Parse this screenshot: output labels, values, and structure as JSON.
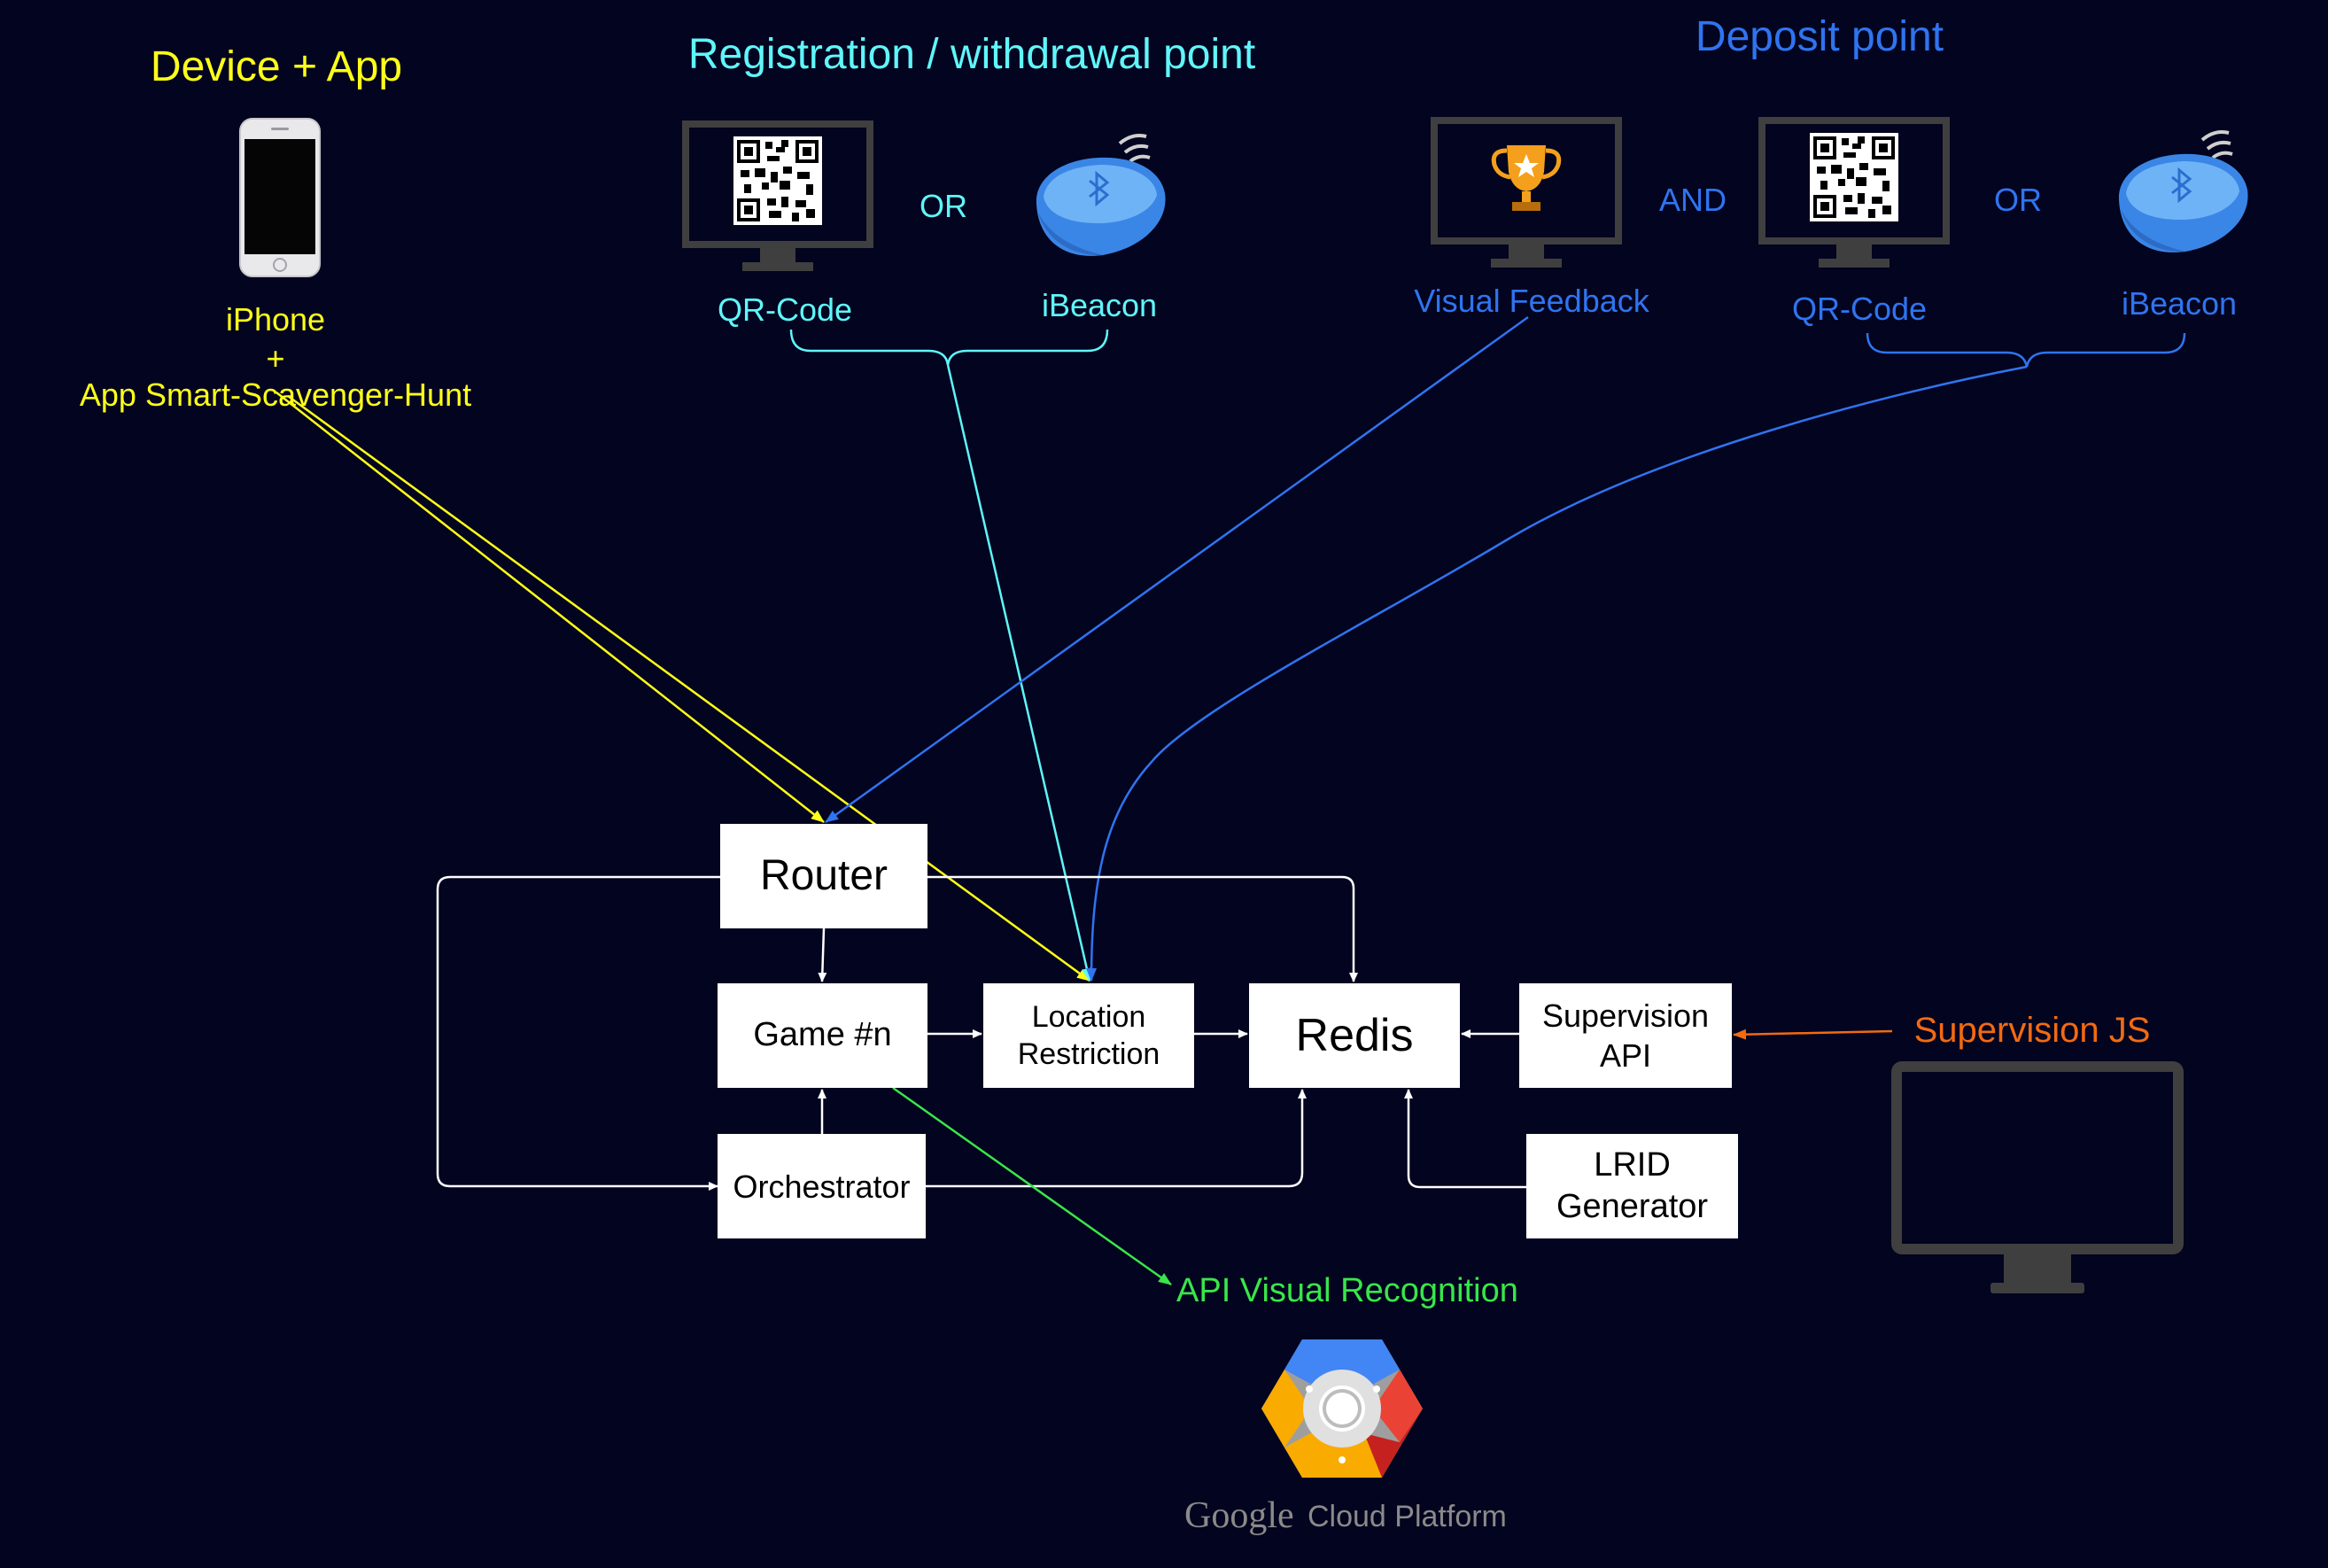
{
  "headers": {
    "device_app": "Device + App",
    "registration_point": "Registration / withdrawal point",
    "deposit_point": "Deposit point"
  },
  "device": {
    "name": "iPhone",
    "plus": "+",
    "app": "App Smart-Scavenger-Hunt"
  },
  "registration": {
    "qr_label": "QR-Code",
    "or": "OR",
    "ibeacon_label": "iBeacon"
  },
  "deposit": {
    "visual_feedback_label": "Visual Feedback",
    "and": "AND",
    "qr_label": "QR-Code",
    "or": "OR",
    "ibeacon_label": "iBeacon"
  },
  "boxes": {
    "router": "Router",
    "game": "Game #n",
    "location_restriction": "Location Restriction",
    "redis": "Redis",
    "supervision_api": "Supervision API",
    "orchestrator": "Orchestrator",
    "lrid_generator": "LRID Generator"
  },
  "supervision_js": "Supervision JS",
  "api_visual_recognition": "API Visual Recognition",
  "google_logo": {
    "google": "Google",
    "cloud_platform": "Cloud Platform"
  },
  "colors": {
    "background": "#03041f",
    "device": "#ffff1a",
    "registration": "#5ff6fa",
    "deposit": "#2f74f0",
    "supervision": "#f26a12",
    "api": "#39e64a",
    "monitor": "#3f3f3f"
  },
  "icons": [
    "iphone-icon",
    "qr-code-icon",
    "ibeacon-icon",
    "trophy-icon",
    "monitor-icon",
    "google-cloud-icon"
  ]
}
